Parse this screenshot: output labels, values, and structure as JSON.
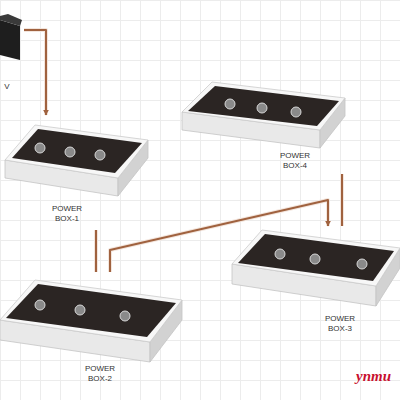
{
  "diagram": {
    "nodes": [
      {
        "text": [
          "V"
        ]
      },
      {
        "text": [
          "POWER BOX-1"
        ]
      },
      {
        "text": [
          "POWER BOX-2"
        ]
      },
      {
        "text": [
          "POWER BOX-3"
        ]
      },
      {
        "text": [
          "POWER BOX-4"
        ]
      }
    ],
    "edges": [
      {
        "from": 0,
        "to": 1,
        "arrow": "to"
      },
      {
        "from": 1,
        "to": 2,
        "arrow": "none"
      },
      {
        "from": 2,
        "to": 3,
        "arrow": "to"
      },
      {
        "from": 3,
        "to": 4,
        "arrow": "none"
      }
    ],
    "labels": [
      "ynmu"
    ]
  }
}
